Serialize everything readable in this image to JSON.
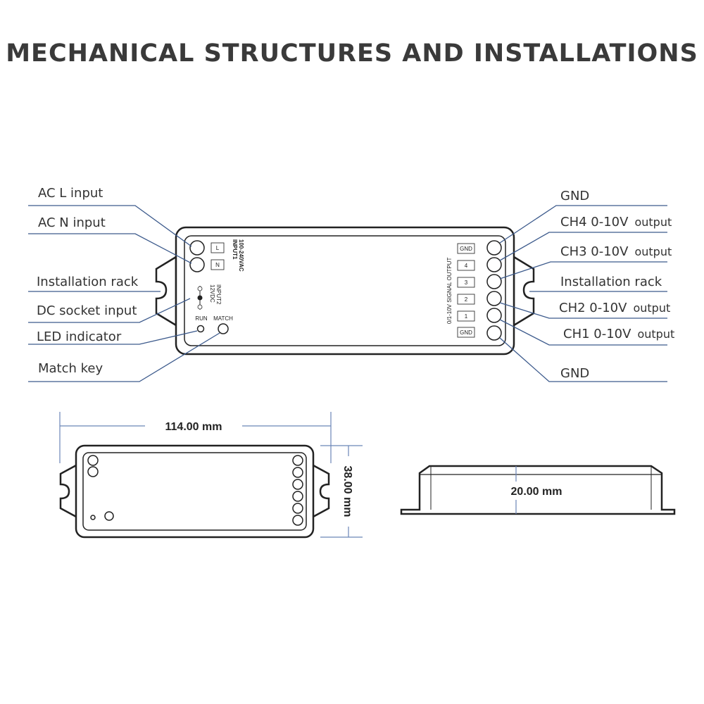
{
  "title": "MECHANICAL STRUCTURES AND INSTALLATIONS",
  "left_labels": {
    "ac_l": "AC L input",
    "ac_n": "AC N input",
    "rack": "Installation rack",
    "dc": "DC socket input",
    "led": "LED indicator",
    "match": "Match key"
  },
  "right_labels": {
    "gnd_top": "GND",
    "ch4_main": "CH4 0-10V",
    "ch4_sub": "output",
    "ch3_main": "CH3 0-10V",
    "ch3_sub": "output",
    "rack": "Installation rack",
    "ch2_main": "CH2 0-10V",
    "ch2_sub": "output",
    "ch1_main": "CH1 0-10V",
    "ch1_sub": "output",
    "gnd_bottom": "GND"
  },
  "device": {
    "input1": "INPUT1",
    "input1_range": "100-240VAC",
    "term_l": "L",
    "term_n": "N",
    "input2": "INPUT2",
    "input2_volt": "12VDC",
    "run": "RUN",
    "match": "MATCH",
    "signal_output": "0/1-10V SIGNAL OUTPUT",
    "out_terms": [
      "GND",
      "4",
      "3",
      "2",
      "1",
      "GND"
    ]
  },
  "dimensions": {
    "length": "114.00 mm",
    "width": "38.00 mm",
    "height": "20.00 mm"
  },
  "colors": {
    "leader_lines": "#3c5a8c",
    "dimension_lines": "#6b86b8",
    "outline": "#222222"
  }
}
